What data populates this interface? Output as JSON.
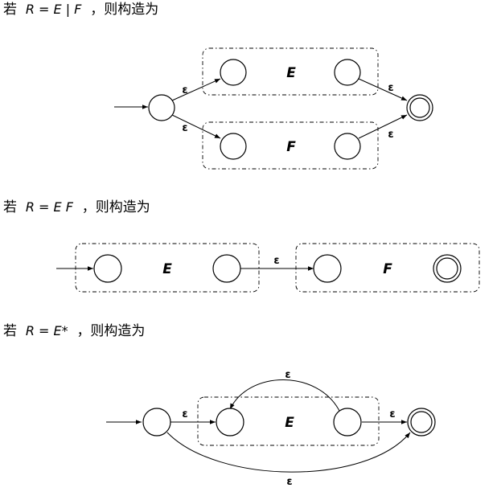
{
  "captions": {
    "union": {
      "prefix": "若",
      "expr": "R = E | F",
      "suffix": "，则构造为"
    },
    "concat": {
      "prefix": "若",
      "expr": "R = E F",
      "suffix": "，则构造为"
    },
    "star": {
      "prefix": "若",
      "expr": "R = E*",
      "suffix": "，则构造为"
    }
  },
  "labels": {
    "epsilon": "ε",
    "sub_e": "E",
    "sub_f": "F"
  },
  "colors": {
    "stroke": "#000000",
    "background": "#ffffff"
  }
}
